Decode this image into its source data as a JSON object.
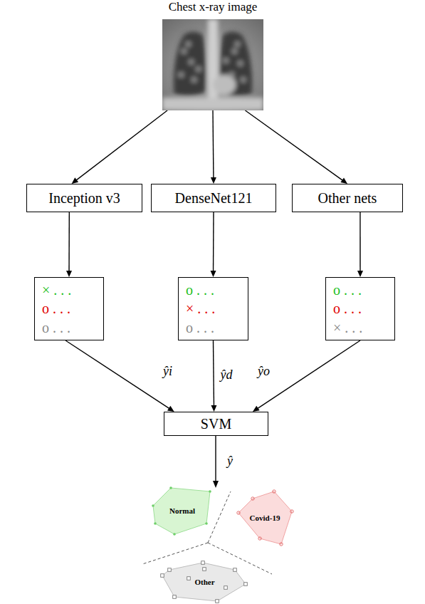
{
  "diagram": {
    "nodes": [
      {
        "text": [
          "Chest x-ray image"
        ]
      },
      {
        "text": [
          "Inception v3"
        ]
      },
      {
        "text": [
          "DenseNet121"
        ]
      },
      {
        "text": [
          "Other nets"
        ]
      },
      {
        "text": [
          "× . . .",
          "o . . .",
          "o . . ."
        ]
      },
      {
        "text": [
          "o . . .",
          "× . . .",
          "o . . ."
        ]
      },
      {
        "text": [
          "o . . .",
          "o . . .",
          "× . . ."
        ]
      },
      {
        "text": [
          "SVM"
        ]
      },
      {
        "text": [
          "Normal"
        ]
      },
      {
        "text": [
          "Covid-19"
        ]
      },
      {
        "text": [
          "Other"
        ]
      }
    ],
    "edges": [
      {
        "from": 0,
        "to": 1,
        "arrow": "to"
      },
      {
        "from": 0,
        "to": 2,
        "arrow": "to"
      },
      {
        "from": 0,
        "to": 3,
        "arrow": "to"
      },
      {
        "from": 1,
        "to": 4,
        "arrow": "to"
      },
      {
        "from": 2,
        "to": 5,
        "arrow": "to"
      },
      {
        "from": 3,
        "to": 6,
        "arrow": "to"
      },
      {
        "from": 4,
        "to": 7,
        "label": "ŷi",
        "arrow": "to"
      },
      {
        "from": 5,
        "to": 7,
        "label": "ŷd",
        "arrow": "to"
      },
      {
        "from": 6,
        "to": 7,
        "label": "ŷo",
        "arrow": "to"
      }
    ],
    "labels": [
      "ŷ"
    ]
  }
}
